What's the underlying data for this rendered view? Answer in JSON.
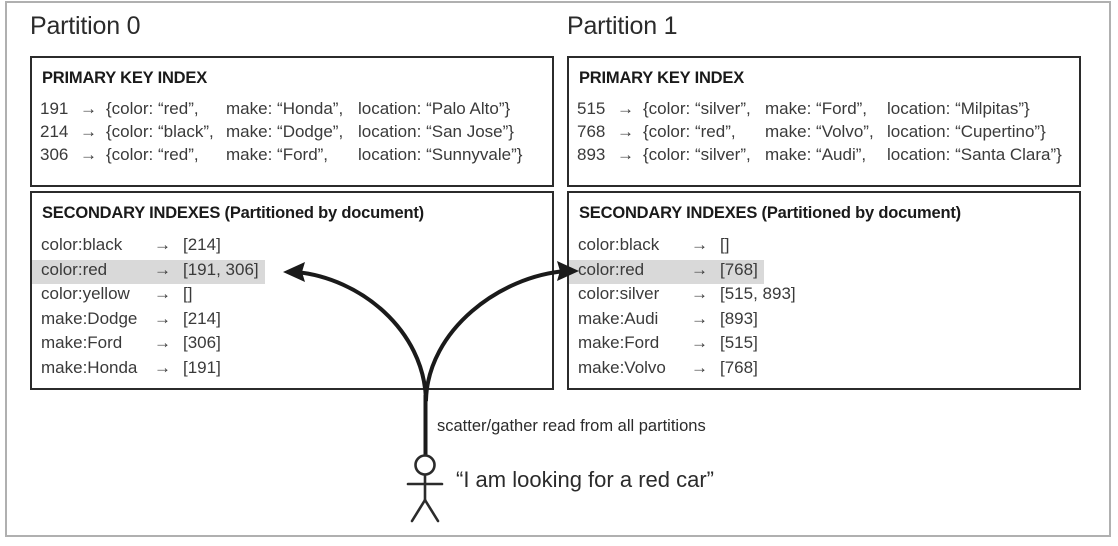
{
  "figure": {
    "accent_highlight": "#d9d9d9",
    "line_color": "#2b2b2b",
    "frame_color": "#b0b0b0"
  },
  "partitions": [
    {
      "title": "Partition 0",
      "primary_key_index": {
        "heading": "PRIMARY KEY INDEX",
        "rows": [
          {
            "id": "191",
            "arrow": "→",
            "open": "{color:",
            "color": "“red”,",
            "make_label": "make:",
            "make": "“Honda”,",
            "location_label": "location:",
            "location": "“Palo Alto”}"
          },
          {
            "id": "214",
            "arrow": "→",
            "open": "{color:",
            "color": "“black”,",
            "make_label": "make:",
            "make": "“Dodge”,",
            "location_label": "location:",
            "location": "“San Jose”}"
          },
          {
            "id": "306",
            "arrow": "→",
            "open": "{color:",
            "color": "“red”,",
            "make_label": "make:",
            "make": "“Ford”,",
            "location_label": "location:",
            "location": "“Sunnyvale”}"
          }
        ]
      },
      "secondary_indexes": {
        "heading": "SECONDARY INDEXES (Partitioned by document)",
        "rows": [
          {
            "key": "color:black",
            "arrow": "→",
            "value": "[214]",
            "highlighted": false
          },
          {
            "key": "color:red",
            "arrow": "→",
            "value": "[191, 306]",
            "highlighted": true
          },
          {
            "key": "color:yellow",
            "arrow": "→",
            "value": "[]",
            "highlighted": false
          },
          {
            "key": "make:Dodge",
            "arrow": "→",
            "value": "[214]",
            "highlighted": false
          },
          {
            "key": "make:Ford",
            "arrow": "→",
            "value": "[306]",
            "highlighted": false
          },
          {
            "key": "make:Honda",
            "arrow": "→",
            "value": "[191]",
            "highlighted": false
          }
        ]
      }
    },
    {
      "title": "Partition 1",
      "primary_key_index": {
        "heading": "PRIMARY KEY INDEX",
        "rows": [
          {
            "id": "515",
            "arrow": "→",
            "open": "{color:",
            "color": "“silver”,",
            "make_label": "make:",
            "make": "“Ford”,",
            "location_label": "location:",
            "location": "“Milpitas”}"
          },
          {
            "id": "768",
            "arrow": "→",
            "open": "{color:",
            "color": "“red”,",
            "make_label": "make:",
            "make": "“Volvo”,",
            "location_label": "location:",
            "location": "“Cupertino”}"
          },
          {
            "id": "893",
            "arrow": "→",
            "open": "{color:",
            "color": "“silver”,",
            "make_label": "make:",
            "make": "“Audi”,",
            "location_label": "location:",
            "location": "“Santa Clara”}"
          }
        ]
      },
      "secondary_indexes": {
        "heading": "SECONDARY INDEXES (Partitioned by document)",
        "rows": [
          {
            "key": "color:black",
            "arrow": "→",
            "value": "[]",
            "highlighted": false
          },
          {
            "key": "color:red",
            "arrow": "→",
            "value": "[768]",
            "highlighted": true
          },
          {
            "key": "color:silver",
            "arrow": "→",
            "value": "[515, 893]",
            "highlighted": false
          },
          {
            "key": "make:Audi",
            "arrow": "→",
            "value": "[893]",
            "highlighted": false
          },
          {
            "key": "make:Ford",
            "arrow": "→",
            "value": "[515]",
            "highlighted": false
          },
          {
            "key": "make:Volvo",
            "arrow": "→",
            "value": "[768]",
            "highlighted": false
          }
        ]
      }
    }
  ],
  "query": {
    "scatter_gather_label": "scatter/gather read from all partitions",
    "user_quote": "“I am looking for a red car”",
    "actor_icon": "stick-figure-icon"
  }
}
